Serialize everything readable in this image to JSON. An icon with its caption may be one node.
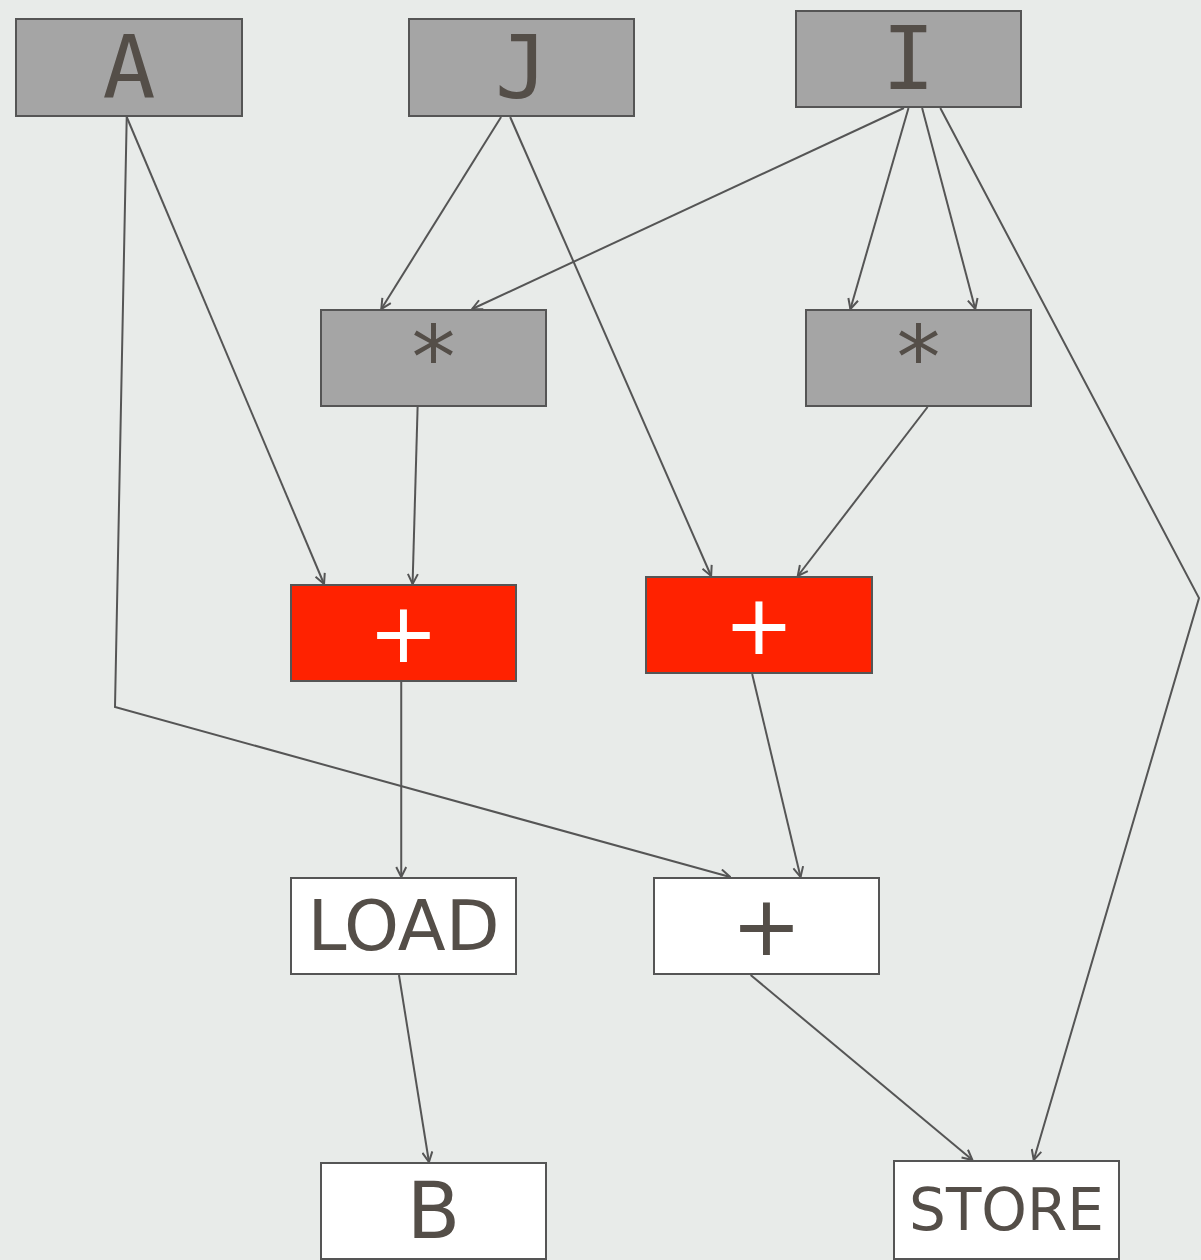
{
  "diagram": {
    "nodes": [
      {
        "text": [
          "A"
        ]
      },
      {
        "text": [
          "J"
        ]
      },
      {
        "text": [
          "I"
        ]
      },
      {
        "text": [
          "*"
        ]
      },
      {
        "text": [
          "*"
        ]
      },
      {
        "text": [
          "+"
        ]
      },
      {
        "text": [
          "+"
        ]
      },
      {
        "text": [
          "LOAD"
        ]
      },
      {
        "text": [
          "+"
        ]
      },
      {
        "text": [
          "B"
        ]
      },
      {
        "text": [
          "STORE"
        ]
      }
    ],
    "edges": [
      {
        "from": 1,
        "to": 3,
        "arrow": "to"
      },
      {
        "from": 2,
        "to": 3,
        "arrow": "to"
      },
      {
        "from": 2,
        "to": 4,
        "arrow": "to"
      },
      {
        "from": 2,
        "to": 4,
        "arrow": "to"
      },
      {
        "from": 2,
        "to": 10,
        "arrow": "to"
      },
      {
        "from": 0,
        "to": 5,
        "arrow": "to"
      },
      {
        "from": 3,
        "to": 5,
        "arrow": "to"
      },
      {
        "from": 1,
        "to": 6,
        "arrow": "to"
      },
      {
        "from": 4,
        "to": 6,
        "arrow": "to"
      },
      {
        "from": 0,
        "to": 8,
        "arrow": "to"
      },
      {
        "from": 5,
        "to": 7,
        "arrow": "to"
      },
      {
        "from": 6,
        "to": 8,
        "arrow": "to"
      },
      {
        "from": 7,
        "to": 9,
        "arrow": "to"
      },
      {
        "from": 8,
        "to": 10,
        "arrow": "to"
      }
    ]
  }
}
